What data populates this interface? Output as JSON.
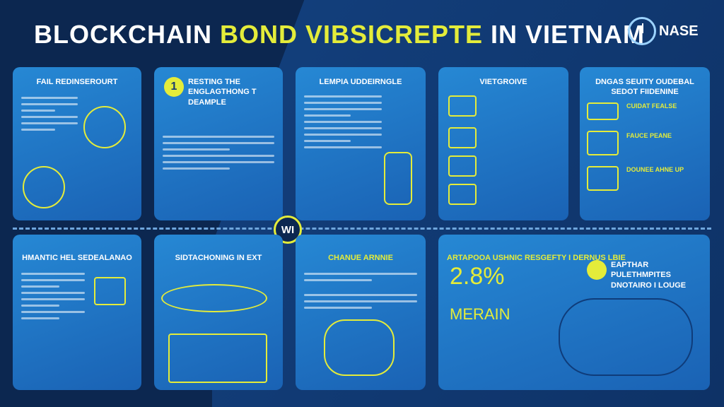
{
  "title": {
    "part1": "BLOCKCHAIN ",
    "part2": "BOND VIBSICREPTE",
    "part3": " IN VIETNAM"
  },
  "logo": {
    "text": "NASE"
  },
  "center_badge": "WI",
  "panels_top": [
    {
      "title": "FAIL REDINSEROURT"
    },
    {
      "title": "RESTING THE ENGLAGTHONG T DEAMPLE",
      "number": "1"
    },
    {
      "title": "LEMPIA UDDEIRNGLE"
    },
    {
      "title": "VIETGROIVE"
    },
    {
      "title": "DNGAS SEUITY OUDEBAL SEDOT FIIDENINE",
      "sub1": "CUIDAT FEALSE",
      "sub2": "FAUCE PEANE",
      "sub3": "DOUNEE AHNE UP"
    }
  ],
  "panels_bottom": [
    {
      "title": "HMANTIC HEL SEDEALANAO"
    },
    {
      "title": "SIDTACHONING IN EXT"
    },
    {
      "title": "CHANUE ARNNIE"
    },
    {
      "title": "ARTAPOOA USHNIC RESGEFTY I DERNUS LBIE",
      "stat": "2.8%",
      "stat2": "MERAIN",
      "callout": "EAPTHAR PULETHMPITES DNOTAIRO I LOUGE"
    }
  ]
}
